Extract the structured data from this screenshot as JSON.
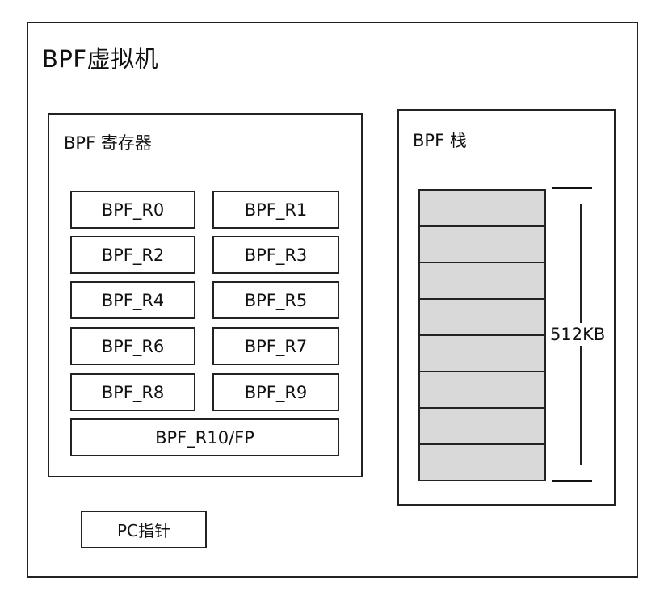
{
  "vm": {
    "title": "BPF虚拟机"
  },
  "registers": {
    "title": "BPF 寄存器",
    "items": [
      "BPF_R0",
      "BPF_R1",
      "BPF_R2",
      "BPF_R3",
      "BPF_R4",
      "BPF_R5",
      "BPF_R6",
      "BPF_R7",
      "BPF_R8",
      "BPF_R9"
    ],
    "wide": "BPF_R10/FP"
  },
  "stack": {
    "title": "BPF 栈",
    "size_label": "512KB",
    "cell_count": 8,
    "cell_color": "#d9d9d9"
  },
  "pc": {
    "label": "PC指针"
  }
}
